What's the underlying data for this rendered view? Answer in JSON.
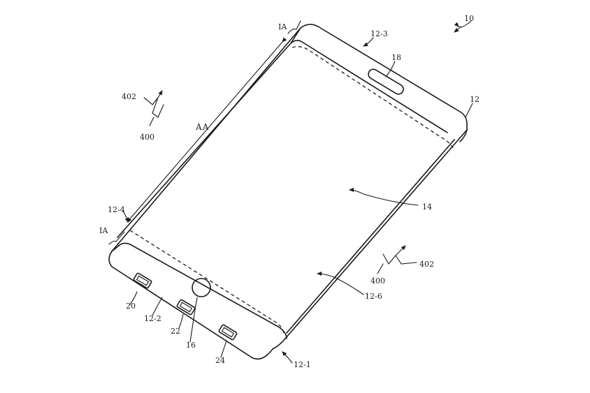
{
  "labels": {
    "fig_ref": "10",
    "housing": "12",
    "housing_top": "12-3",
    "speaker": "18",
    "display": "14",
    "side_region": "12-6",
    "bottom_corner": "12-1",
    "bottom_edge": "12-2",
    "left_corner": "12-4",
    "active_area": "AA",
    "inactive_top": "IA",
    "inactive_bottom": "IA",
    "button": "16",
    "port_left": "20",
    "port_middle": "22",
    "port_right": "24",
    "axis_402_left": "402",
    "axis_400_left": "400",
    "axis_402_right": "402",
    "axis_400_right": "400"
  }
}
